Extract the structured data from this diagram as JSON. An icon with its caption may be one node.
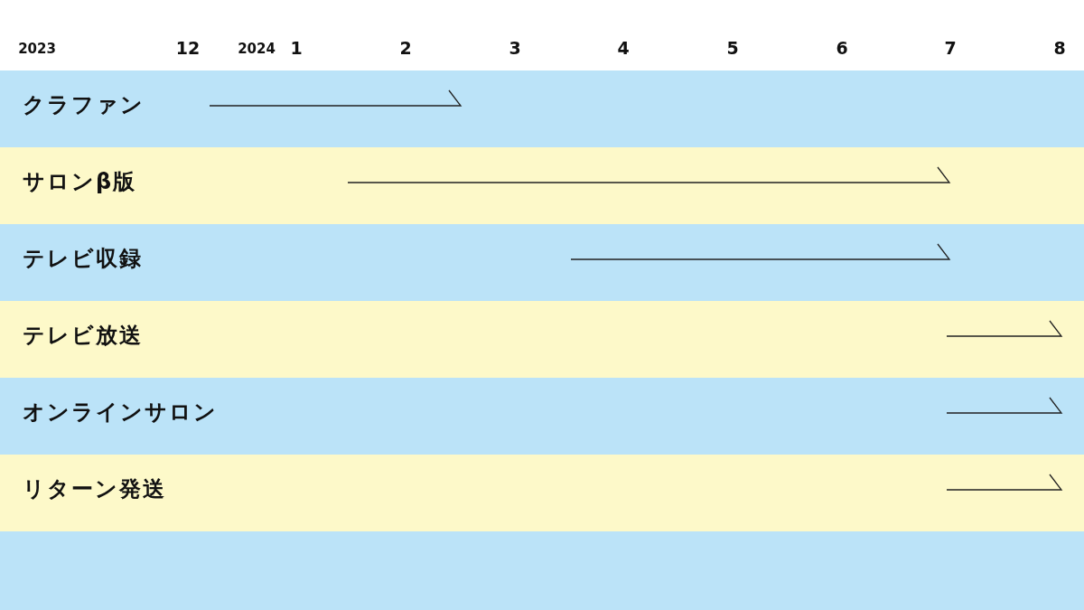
{
  "diagram": {
    "nodes": [
      {
        "text": [
          "クラファン"
        ]
      },
      {
        "text": [
          "サロンβ版"
        ]
      },
      {
        "text": [
          "テレビ収録"
        ]
      },
      {
        "text": [
          "テレビ放送"
        ]
      },
      {
        "text": [
          "オンラインサロン"
        ]
      },
      {
        "text": [
          "リターン発送"
        ]
      },
      {
        "text": [],
        "shape": "bar"
      }
    ],
    "labels": [
      "2023",
      "12",
      "2024",
      "1",
      "2",
      "3",
      "4",
      "5",
      "6",
      "7",
      "8"
    ]
  }
}
